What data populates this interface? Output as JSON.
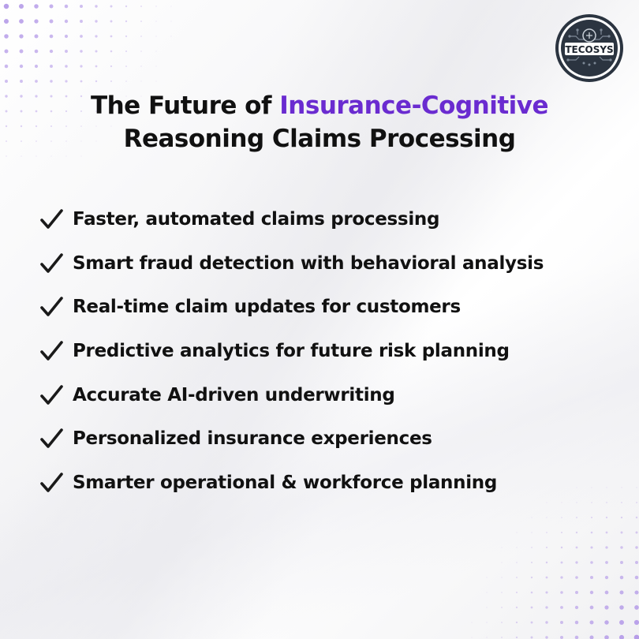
{
  "brand": {
    "logo_text": "TECOSYS",
    "accent_color": "#6a2bd0",
    "dot_color": "#b59be8"
  },
  "title": {
    "prefix": "The Future of ",
    "highlight": "Insurance-Cognitive",
    "line2": "Reasoning Claims Processing"
  },
  "list": {
    "icon": "checkmark-icon",
    "items": [
      "Faster, automated claims processing",
      "Smart fraud detection with behavioral analysis",
      "Real-time claim updates for customers",
      "Predictive analytics for future risk planning",
      "Accurate AI-driven underwriting",
      "Personalized insurance experiences",
      "Smarter operational & workforce planning"
    ]
  }
}
